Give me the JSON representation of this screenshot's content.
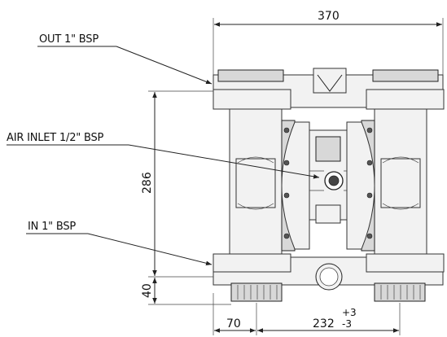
{
  "callouts": {
    "outlet": "OUT 1\" BSP",
    "air_inlet": "AIR INLET 1/2\" BSP",
    "inlet": "IN 1\" BSP"
  },
  "dimensions": {
    "overall_width": "370",
    "height": "286",
    "base_height": "40",
    "side_offset": "70",
    "foot_spacing": "232",
    "tol_plus": "+3",
    "tol_minus": "-3"
  }
}
